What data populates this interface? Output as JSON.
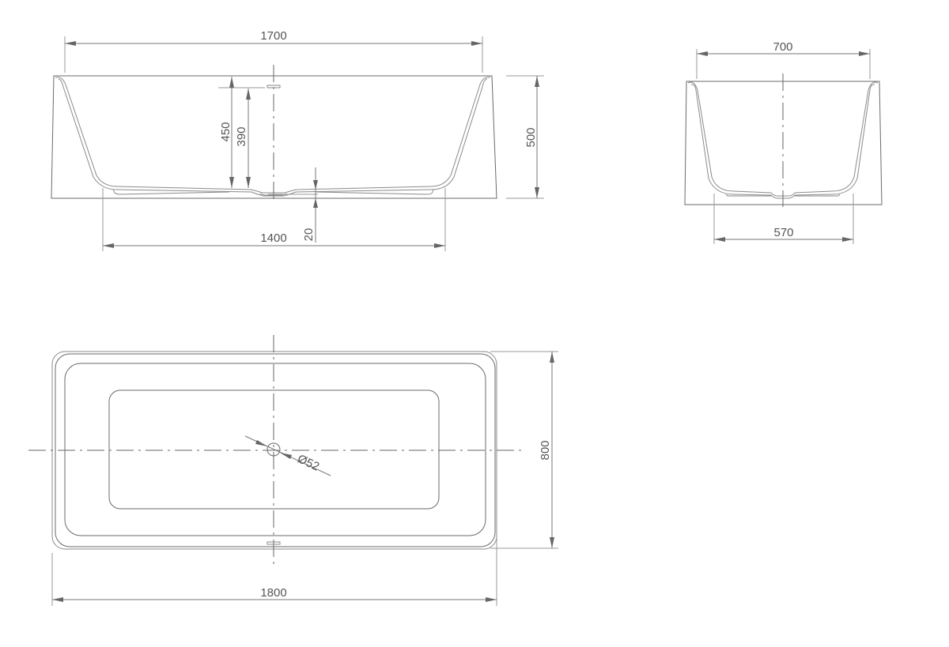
{
  "drawing": {
    "subject": "freestanding bathtub technical drawing",
    "line_color": "#6a6a6a",
    "text_color": "#555555",
    "background": "#ffffff"
  },
  "front_view": {
    "top_width": "1700",
    "total_height": "500",
    "inner_depth": "450",
    "overflow_height": "390",
    "base_clearance": "20",
    "base_width": "1400"
  },
  "side_view": {
    "top_width": "700",
    "base_width": "570"
  },
  "top_view": {
    "length": "1800",
    "width": "800",
    "drain_diameter": "Ø52"
  }
}
